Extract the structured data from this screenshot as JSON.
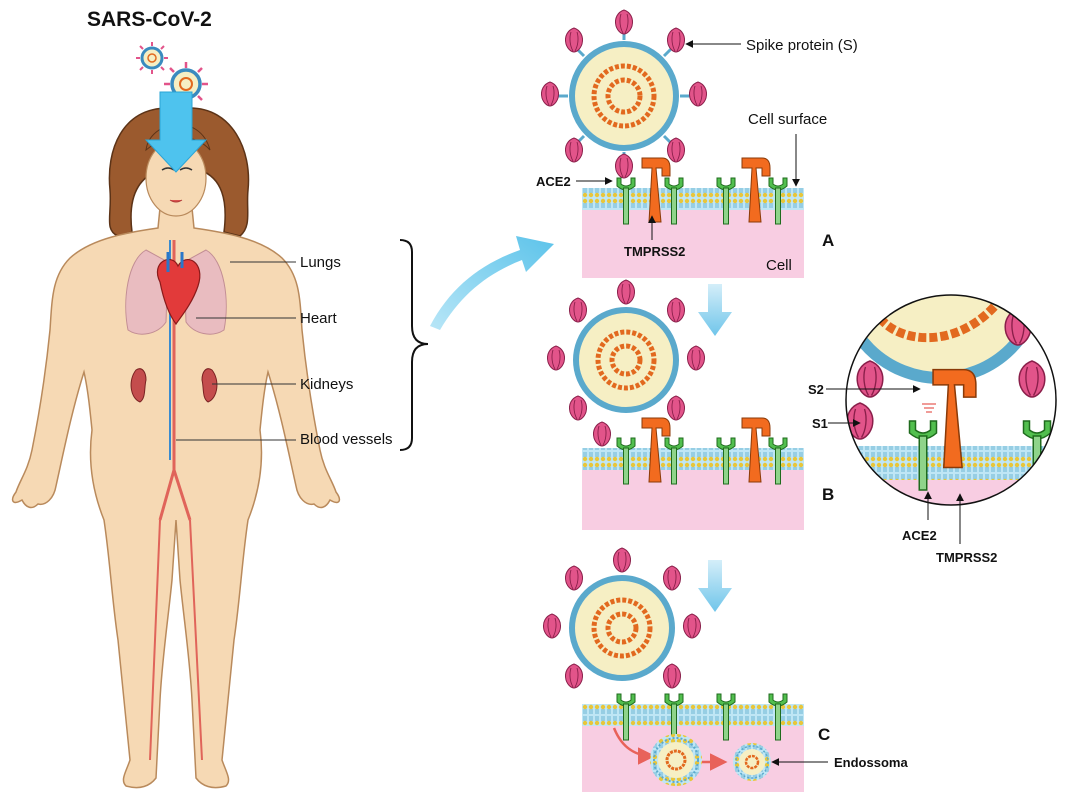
{
  "title": "SARS-CoV-2",
  "organs": {
    "lungs": "Lungs",
    "heart": "Heart",
    "kidneys": "Kidneys",
    "blood_vessels": "Blood vessels"
  },
  "panel_a": {
    "letter": "A",
    "spike_protein": "Spike protein (S)",
    "cell_surface": "Cell surface",
    "ace2": "ACE2",
    "tmprss2": "TMPRSS2",
    "cell": "Cell"
  },
  "panel_b": {
    "letter": "B",
    "s2": "S2",
    "s1": "S1",
    "ace2": "ACE2",
    "tmprss2": "TMPRSS2"
  },
  "panel_c": {
    "letter": "C",
    "endossoma": "Endossoma"
  },
  "colors": {
    "skin": "#f6d9b4",
    "hair": "#9b5a2e",
    "membrane": "#9fd6ee",
    "cytoplasm": "#f8cde2",
    "ace2": "#4cb84a",
    "tmprss2": "#f06a1e",
    "spike": "#e04f83",
    "virus_core": "#f6efc4",
    "rna": "#e2691f",
    "flow_arrow": "#6cc8ec"
  }
}
